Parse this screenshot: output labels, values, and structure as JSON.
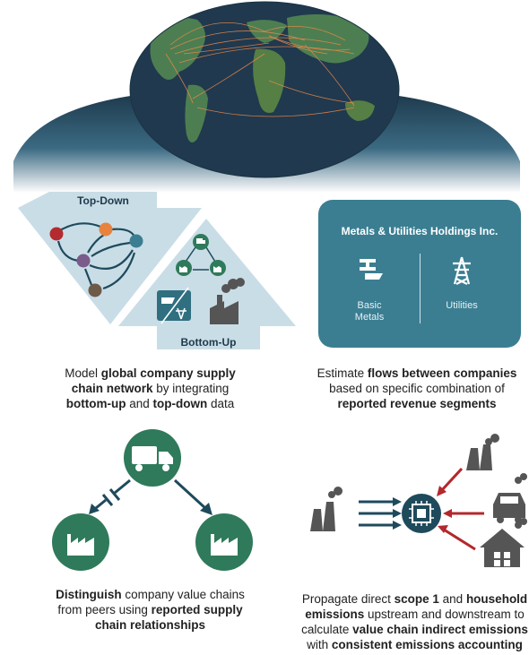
{
  "colors": {
    "teal": "#2f6f80",
    "teal_dark": "#1e4a5c",
    "panel": "#3b7e92",
    "light_blue": "#c9dde6",
    "green": "#2f7a5b",
    "red_arrow": "#b3282d",
    "ocean": "#213a4f",
    "land": "#4a7a4f",
    "route": "#f0894a"
  },
  "topdown": {
    "label": "Top-Down"
  },
  "bottomup": {
    "label": "Bottom-Up"
  },
  "company_box": {
    "title": "Metals & Utilities Holdings Inc.",
    "segment_left": [
      "Basic",
      "Metals"
    ],
    "segment_right": "Utilities"
  },
  "captions": {
    "c1": {
      "t1": "Model ",
      "b1": "global company supply chain network",
      "t2": " by integrating ",
      "b2": "bottom-up",
      "t3": " and ",
      "b3": "top-down",
      "t4": " data"
    },
    "c2": {
      "t1": "Estimate ",
      "b1": "flows between companies",
      "t2": " based on specific combination of ",
      "b2": "reported revenue segments"
    },
    "c3": {
      "b1": "Distinguish",
      "t1": " company value chains from peers using ",
      "b2": "reported supply chain relationships"
    },
    "c4": {
      "t1": "Propagate direct ",
      "b1": "scope 1",
      "t2": " and ",
      "b2": "household emissions",
      "t3": " upstream and downstream to calculate ",
      "b3": "value chain indirect emissions",
      "t4": " with ",
      "b4": "consistent emissions accounting"
    }
  },
  "icons": {
    "truck": "truck-icon",
    "factory": "factory-icon",
    "house": "house-icon",
    "car": "car-icon",
    "chip": "chip-icon",
    "metal": "metal-beam-icon",
    "tower": "transmission-tower-icon",
    "power_plant": "power-plant-icon"
  }
}
